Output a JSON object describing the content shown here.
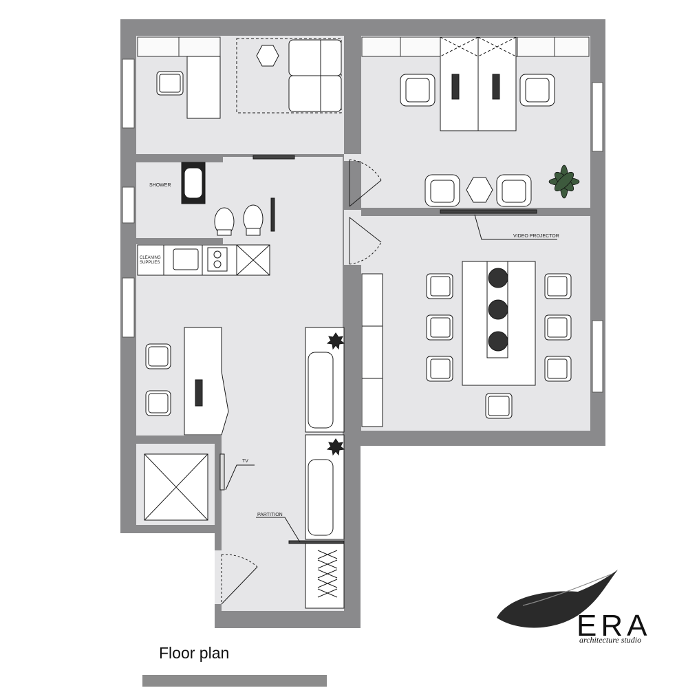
{
  "title": "Floor plan",
  "labels": {
    "shower": "SHOWER",
    "cleaning_1": "CLEANING",
    "cleaning_2": "SUPPLIES",
    "video_projector": "VIDEO PROJECTOR",
    "tv": "TV",
    "partition": "PARTITION"
  },
  "logo": {
    "name": "ERA",
    "tagline": "architecture studio"
  },
  "colors": {
    "wall": "#8a8a8c",
    "floor": "#e6e6e8",
    "line": "#1a1a1a"
  }
}
